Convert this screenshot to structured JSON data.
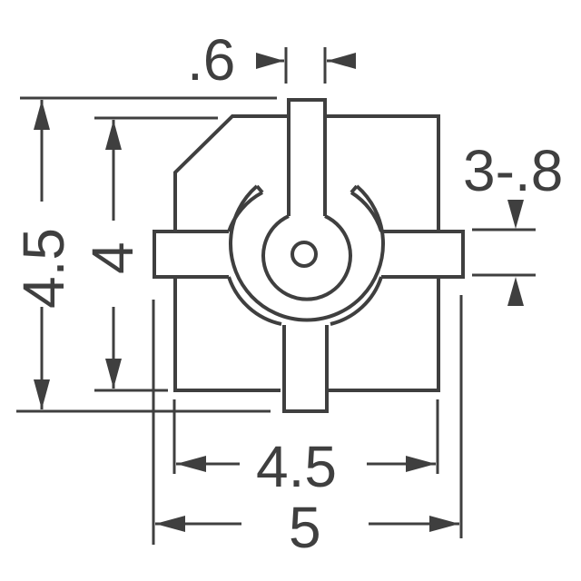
{
  "drawing": {
    "type": "component outline dimension drawing (top view)",
    "line_color": "#3f3f3f",
    "background": "#ffffff"
  },
  "dimensions": {
    "top_terminal_width": ".6",
    "side_terminal_width": "3-.8",
    "overall_height": "4.5",
    "body_height": "4",
    "body_width": "4.5",
    "overall_width": "5"
  }
}
